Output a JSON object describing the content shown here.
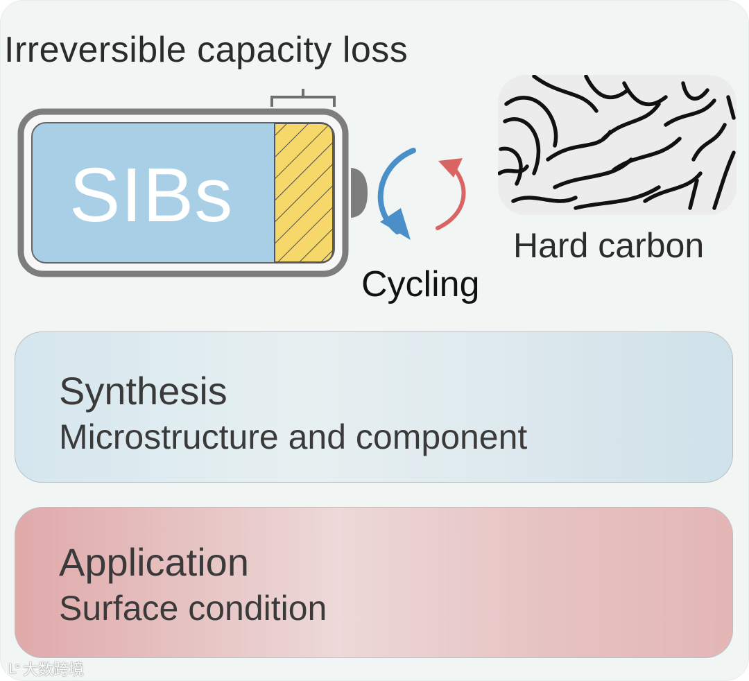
{
  "title": "Irreversible capacity loss",
  "battery": {
    "label": "SIBs"
  },
  "cycling": {
    "label": "Cycling"
  },
  "hard_carbon": {
    "label": "Hard carbon"
  },
  "cards": [
    {
      "title": "Synthesis",
      "subtitle": "Microstructure and component"
    },
    {
      "title": "Application",
      "subtitle": "Surface condition"
    }
  ],
  "watermark": {
    "logo": "ᒪᐤ",
    "text": "大数跨境"
  },
  "colors": {
    "battery_fill": "#a9cfe6",
    "battery_frame": "#7d7d7d",
    "hatched_fill": "#f6d76a",
    "arrow_blue": "#4b8fc8",
    "arrow_red": "#d96464",
    "card_synthesis": "#d5e6ee",
    "card_application": "#e4b6b6"
  }
}
